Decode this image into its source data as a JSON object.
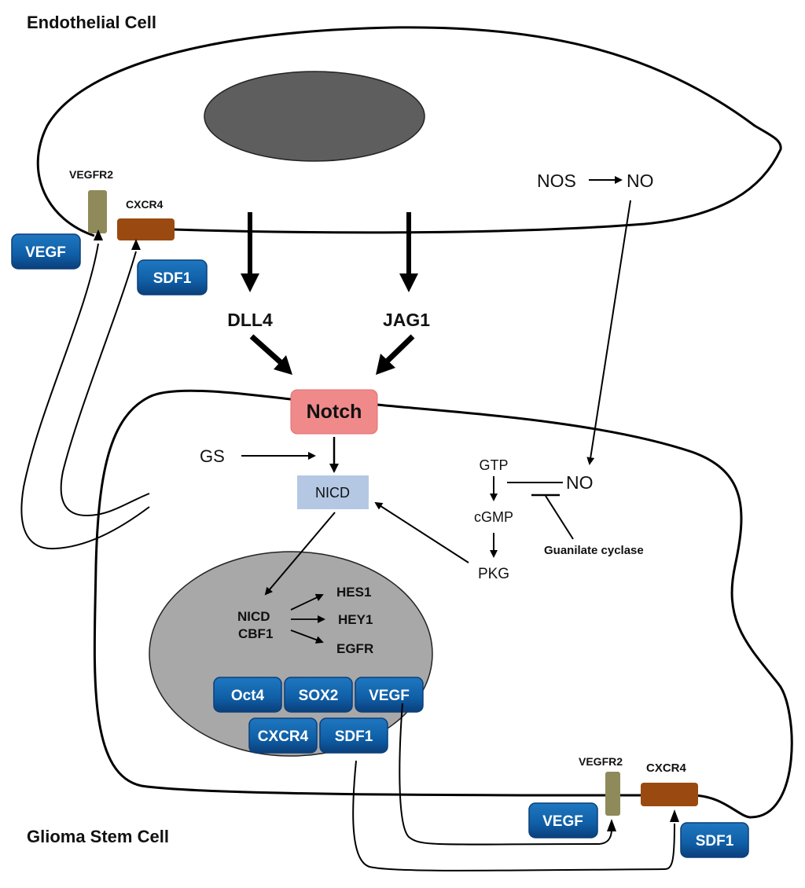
{
  "cells": {
    "endothelial": {
      "label": "Endothelial Cell"
    },
    "glioma": {
      "label": "Glioma Stem Cell"
    }
  },
  "endothelial_receptors": {
    "vegfr2": "VEGFR2",
    "cxcr4": "CXCR4"
  },
  "endothelial_ligands": {
    "vegf": "VEGF",
    "sdf1": "SDF1"
  },
  "endothelial_signals": {
    "nos": "NOS",
    "no": "NO"
  },
  "notch_ligands": {
    "dll4": "DLL4",
    "jag1": "JAG1"
  },
  "pathway": {
    "notch": "Notch",
    "gs": "GS",
    "nicd": "NICD",
    "gtp": "GTP",
    "no": "NO",
    "cgmp": "cGMP",
    "pkg": "PKG",
    "guanilate_cyclase": "Guanilate cyclase"
  },
  "nucleus": {
    "complex_line1": "NICD",
    "complex_line2": "CBF1",
    "targets": [
      "HES1",
      "HEY1",
      "EGFR"
    ],
    "boxes_row1": [
      "Oct4",
      "SOX2",
      "VEGF"
    ],
    "boxes_row2": [
      "CXCR4",
      "SDF1"
    ]
  },
  "glioma_receptors": {
    "vegfr2": "VEGFR2",
    "cxcr4": "CXCR4"
  },
  "glioma_ligands": {
    "vegf": "VEGF",
    "sdf1": "SDF1"
  },
  "colors": {
    "blue_box": "#1565a8",
    "notch_fill": "#f08a8a",
    "nicd_fill": "#b4c8e4",
    "vegfr2_fill": "#8f8a5a",
    "cxcr4_fill": "#9a4a10",
    "endo_nucleus": "#5e5e5e",
    "glioma_nucleus": "#a8a8a8"
  }
}
